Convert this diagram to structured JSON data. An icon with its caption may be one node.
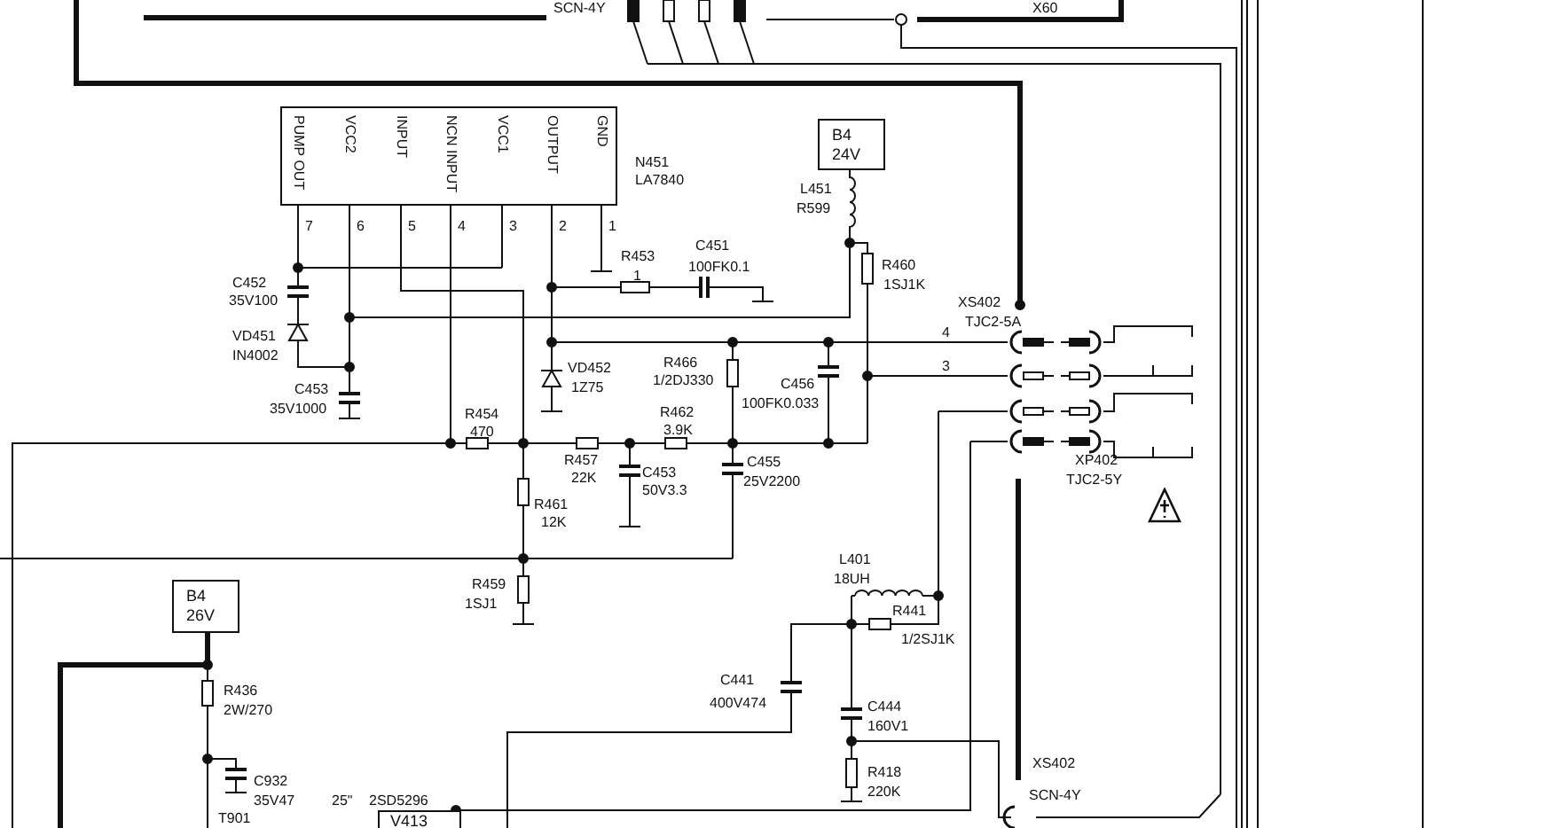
{
  "diagram": {
    "nodes": [
      {
        "text": [
          "PUMP OUT",
          "VCC2",
          "INPUT",
          "NCN INPUT",
          "VCC1",
          "OUTPUT",
          "GND"
        ],
        "beside": [
          "N451",
          "LA7840",
          "7",
          "6",
          "5",
          "4",
          "3",
          "2",
          "1"
        ]
      },
      {
        "text": [
          "B4",
          "24V"
        ]
      },
      {
        "text": [
          "B4",
          "26V"
        ]
      },
      {
        "text": [
          "V413"
        ],
        "beside": [
          "25\"",
          "2SD5296"
        ]
      }
    ],
    "edges": [
      {
        "from": 1,
        "to": 0,
        "arrow": "none"
      }
    ],
    "labels": [
      "SCN-4Y",
      "X60",
      "L451",
      "R599",
      "C451",
      "R453",
      "R460",
      "100FK0.1",
      "1",
      "C452",
      "1SJ1K",
      "35V100",
      "XS402",
      "TJC2-5A",
      "4",
      "VD451",
      "IN4002",
      "R466",
      "3",
      "VD452",
      "1/2DJ330",
      "C456",
      "1Z75",
      "C453",
      "100FK0.033",
      "35V1000",
      "R462",
      "R454",
      "3.9K",
      "470",
      "R457",
      "XP402",
      "C455",
      "C453",
      "22K",
      "TJC2-5Y",
      "25V2200",
      "50V3.3",
      "R461",
      "12K",
      "L401",
      "18UH",
      "R459",
      "1SJ1",
      "R441",
      "1/2SJ1K",
      "C441",
      "R436",
      "400V474",
      "C444",
      "2W/270",
      "160V1",
      "XS402",
      "R418",
      "C932",
      "220K",
      "SCN-4Y",
      "35V47",
      "T901"
    ]
  }
}
